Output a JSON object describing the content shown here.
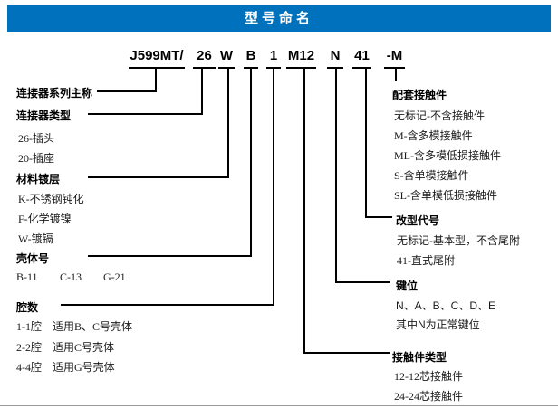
{
  "header": {
    "title": "型号命名"
  },
  "code": {
    "s1": "J599MT/",
    "s2": "26",
    "s3": "W",
    "s4": "B",
    "s5": "1",
    "s6": "M12",
    "s7": "N",
    "s8": "41",
    "s9": "-M"
  },
  "left": {
    "series": {
      "heading": "连接器系列主称"
    },
    "type": {
      "heading": "连接器类型",
      "items": [
        "26-插头",
        "20-插座"
      ]
    },
    "plating": {
      "heading": "材料镀层",
      "items": [
        "K-不锈钢钝化",
        "F-化学镀镍",
        "W-镀镉"
      ]
    },
    "shell": {
      "heading": "壳体号",
      "items": [
        "B-11",
        "C-13",
        "G-21"
      ]
    },
    "cavity": {
      "heading": "腔数",
      "items": [
        "1-1腔　适用B、C号壳体",
        "2-2腔　适用C号壳体",
        "4-4腔　适用G号壳体"
      ]
    }
  },
  "right": {
    "contacts": {
      "heading": "配套接触件",
      "items": [
        "无标记-不含接触件",
        "M-含多模接触件",
        "ML-含多模低损接触件",
        "S-含单模接触件",
        "SL-含单模低损接触件"
      ]
    },
    "variant": {
      "heading": "改型代号",
      "items": [
        "无标记-基本型，不含尾附",
        "41-直式尾附"
      ]
    },
    "key": {
      "heading": "键位",
      "items": [
        "N、A、B、C、D、E",
        "其中N为正常键位"
      ]
    },
    "contact_type": {
      "heading": "接触件类型",
      "items": [
        "12-12芯接触件",
        "24-24芯接触件"
      ]
    }
  },
  "colors": {
    "header_bg": "#0071BC",
    "header_text": "#FFFFFF",
    "line": "#000000"
  }
}
